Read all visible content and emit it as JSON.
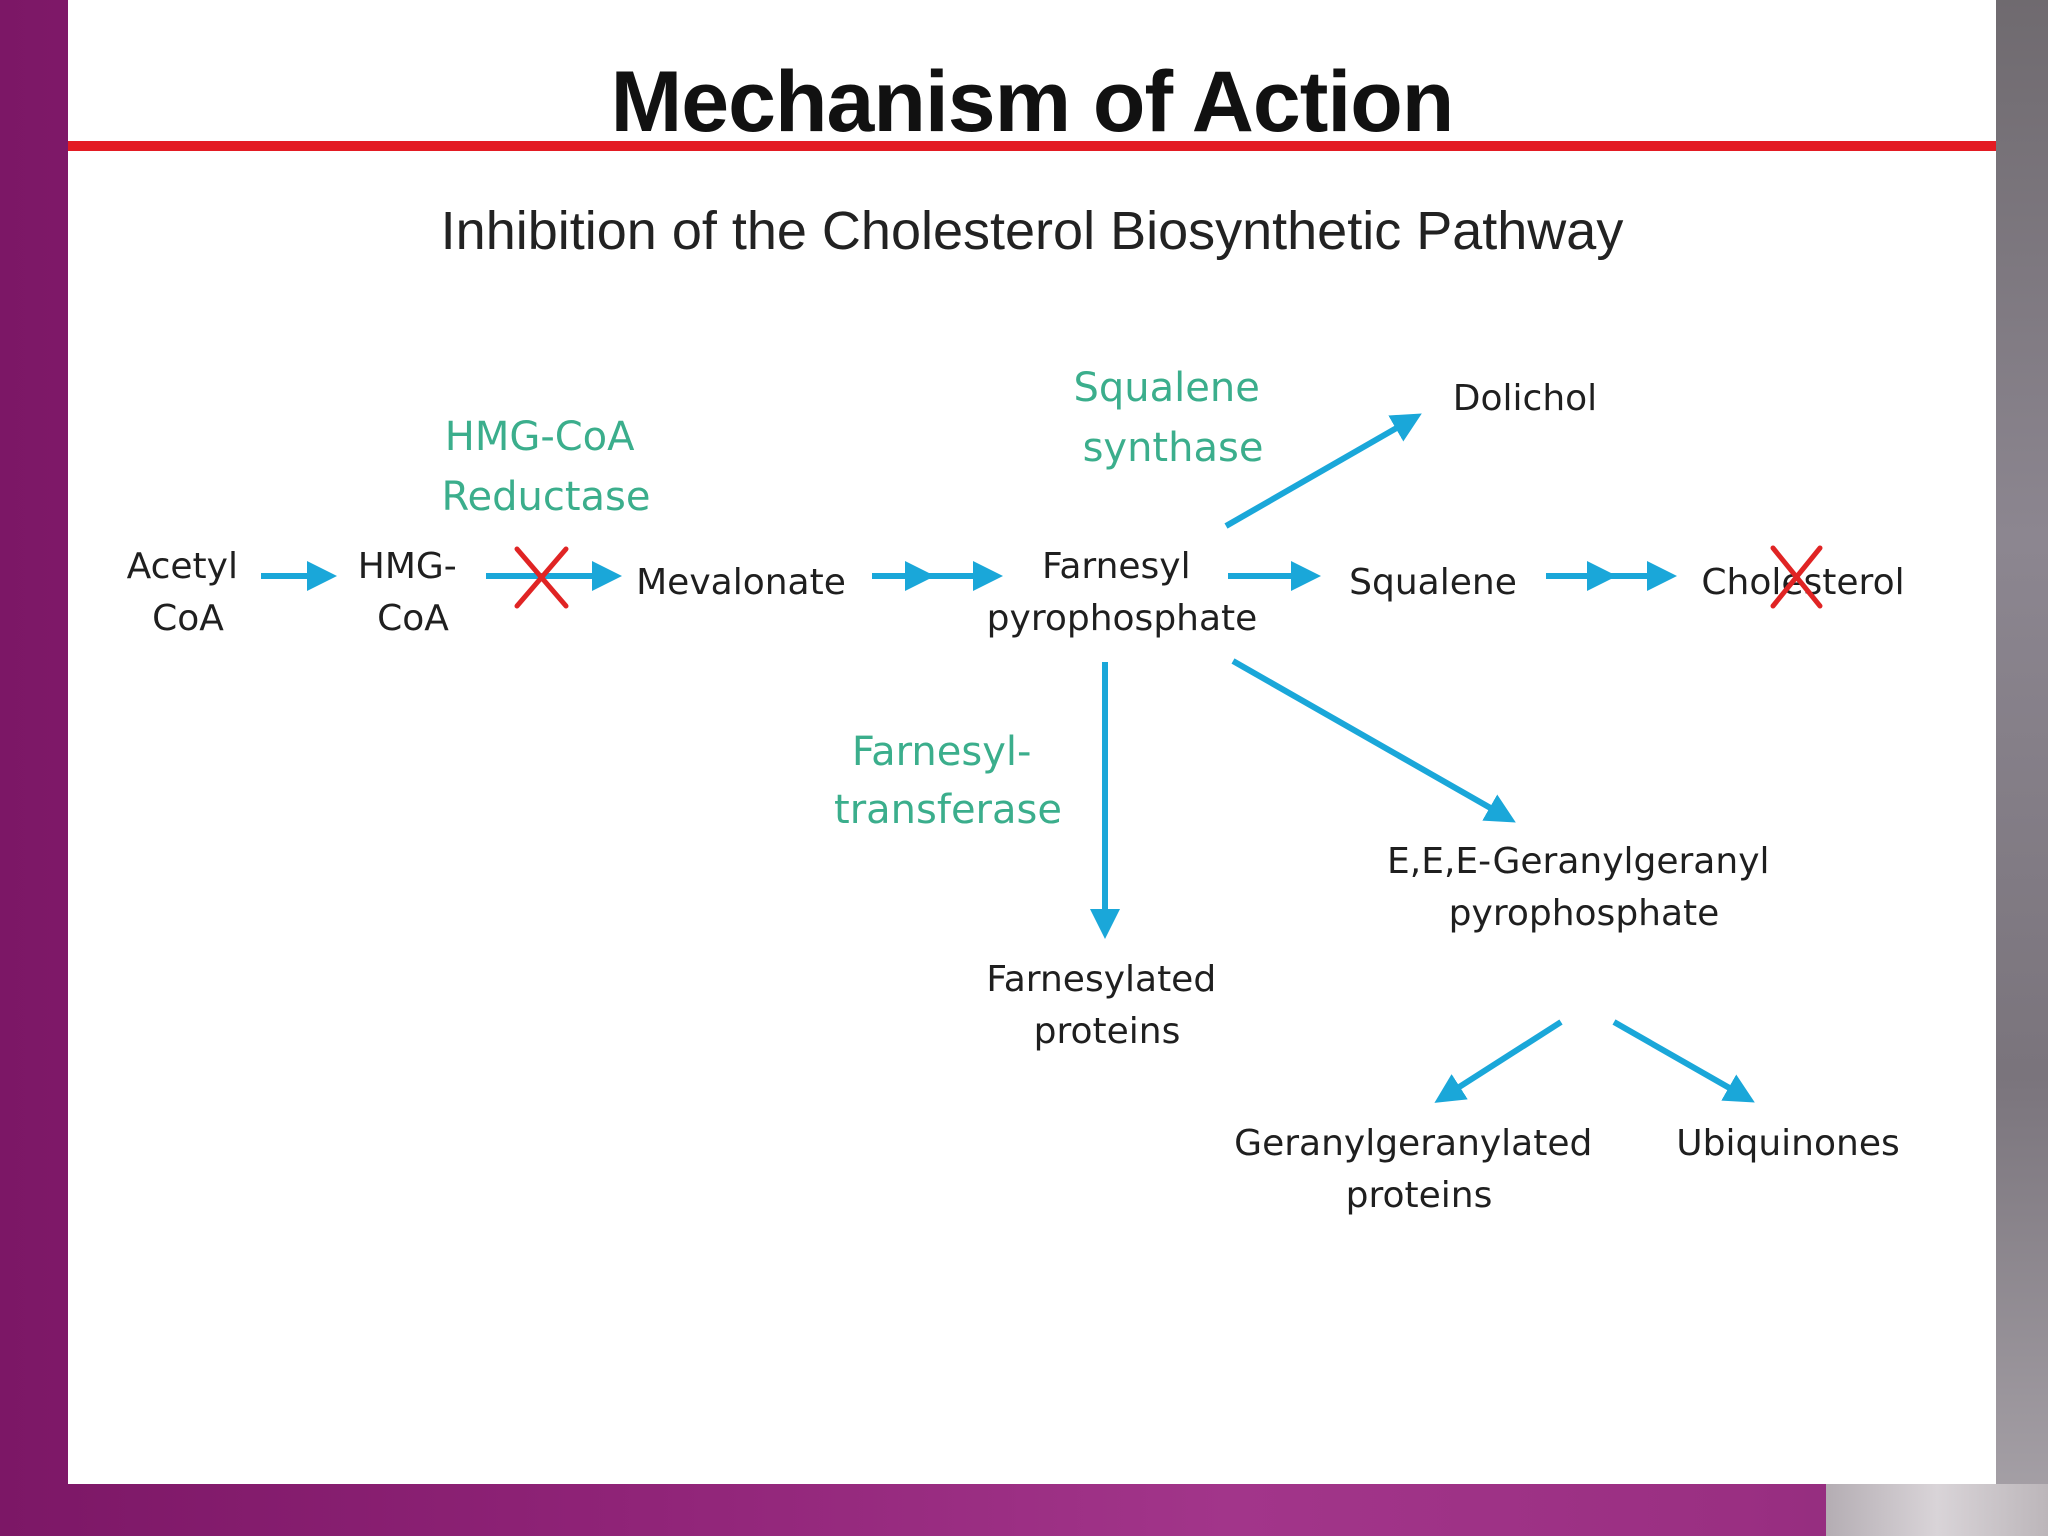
{
  "title": "Mechanism of Action",
  "subtitle": "Inhibition of the Cholesterol Biosynthetic Pathway",
  "colors": {
    "title_rule": "#e31b23",
    "arrow": "#1aa7d9",
    "enzyme_label": "#3bae8c",
    "inhibition_mark": "#e02424",
    "slide_frame": "#8f2377"
  },
  "pathway": {
    "acetyl_coa": [
      "Acetyl",
      "CoA"
    ],
    "hmg_coa": [
      "HMG-",
      "CoA"
    ],
    "mevalonate": "Mevalonate",
    "farnesyl_pp": [
      "Farnesyl",
      "pyrophosphate"
    ],
    "squalene": "Squalene",
    "cholesterol": "Cholesterol",
    "dolichol": "Dolichol",
    "farnesylated_proteins": [
      "Farnesylated",
      "proteins"
    ],
    "ggpp": [
      "E,E,E-Geranylgeranyl",
      "pyrophosphate"
    ],
    "geranylgeranylated_proteins": [
      "Geranylgeranylated",
      "proteins"
    ],
    "ubiquinones": "Ubiquinones"
  },
  "enzymes": {
    "hmg_coa_reductase": [
      "HMG-CoA",
      "Reductase"
    ],
    "squalene_synthase": [
      "Squalene",
      "synthase"
    ],
    "farnesyltransferase": [
      "Farnesyl-",
      "transferase"
    ]
  },
  "inhibited_steps": [
    "HMG-CoA to Mevalonate",
    "Cholesterol"
  ]
}
